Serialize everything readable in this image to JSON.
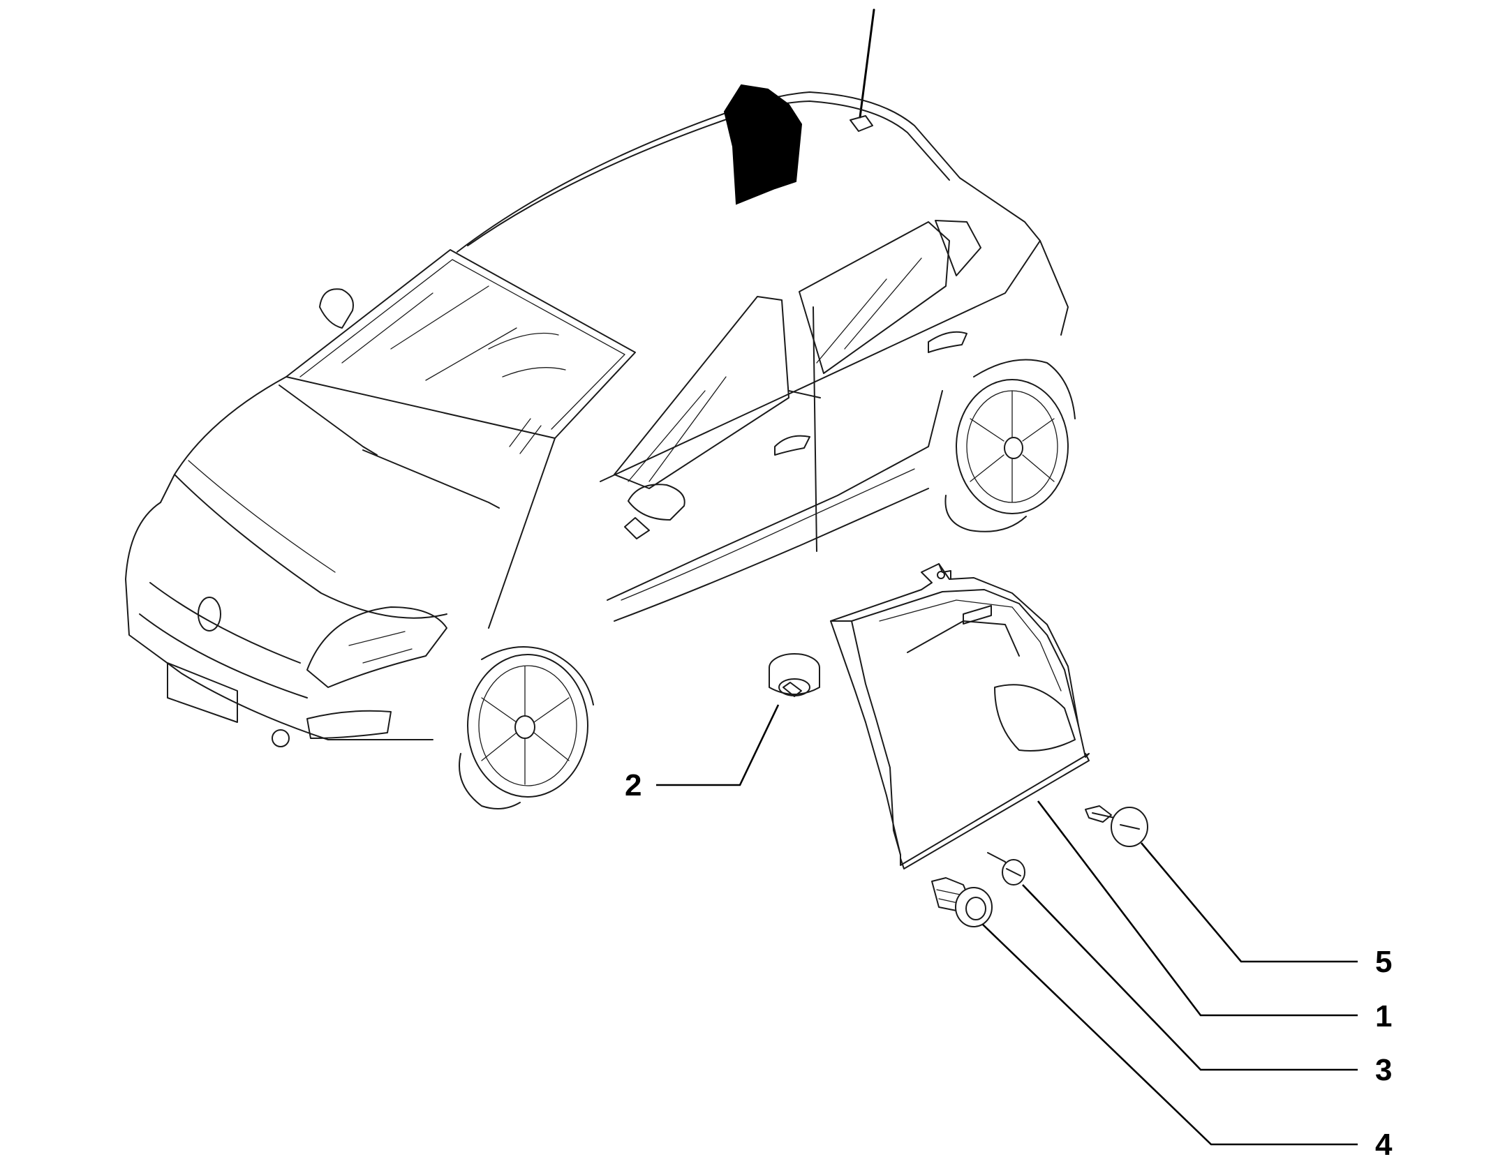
{
  "diagram": {
    "callouts": [
      {
        "id": "c1",
        "label": "1"
      },
      {
        "id": "c2",
        "label": "2"
      },
      {
        "id": "c3",
        "label": "3"
      },
      {
        "id": "c4",
        "label": "4"
      },
      {
        "id": "c5",
        "label": "5"
      }
    ],
    "colors": {
      "line": "#1a1a1a",
      "highlight": "#000000",
      "background": "#ffffff"
    }
  }
}
